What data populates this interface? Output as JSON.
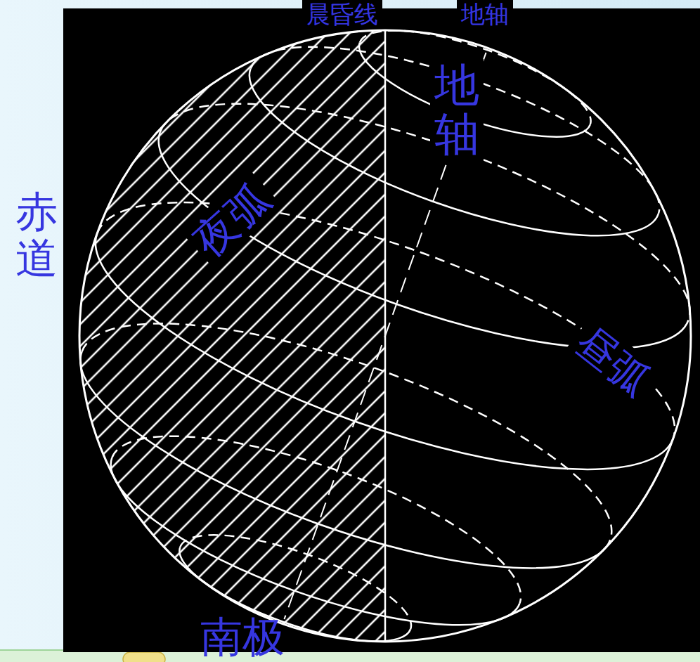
{
  "diagram": {
    "labels": [
      "晨昏线",
      "地轴",
      "地轴",
      "夜弧",
      "赤道",
      "昼弧",
      "南极"
    ]
  }
}
